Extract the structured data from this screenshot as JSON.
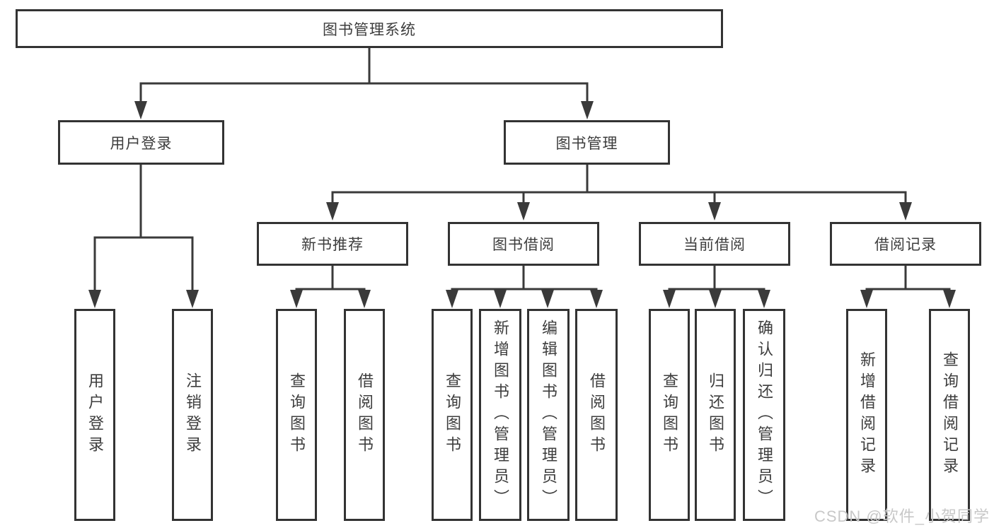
{
  "nodes": {
    "root": "图书管理系统",
    "level2": [
      "用户登录",
      "图书管理"
    ],
    "level3": [
      "新书推荐",
      "图书借阅",
      "当前借阅",
      "借阅记录"
    ],
    "leaves": {
      "login": [
        "用户登录",
        "注销登录"
      ],
      "recommend": [
        "查询图书",
        "借阅图书"
      ],
      "borrow": [
        "查询图书",
        "新增图书（管理员）",
        "编辑图书（管理员）",
        "借阅图书"
      ],
      "current": [
        "查询图书",
        "归还图书",
        "确认归还（管理员）"
      ],
      "records": [
        "新增借阅记录",
        "查询借阅记录"
      ]
    }
  },
  "watermark": "CSDN @软件_小贺同学",
  "colors": {
    "line": "#3a3a3a",
    "border": "#333333",
    "text": "#3d3d3d",
    "watermark": "#c8c8c8",
    "background": "#ffffff"
  }
}
